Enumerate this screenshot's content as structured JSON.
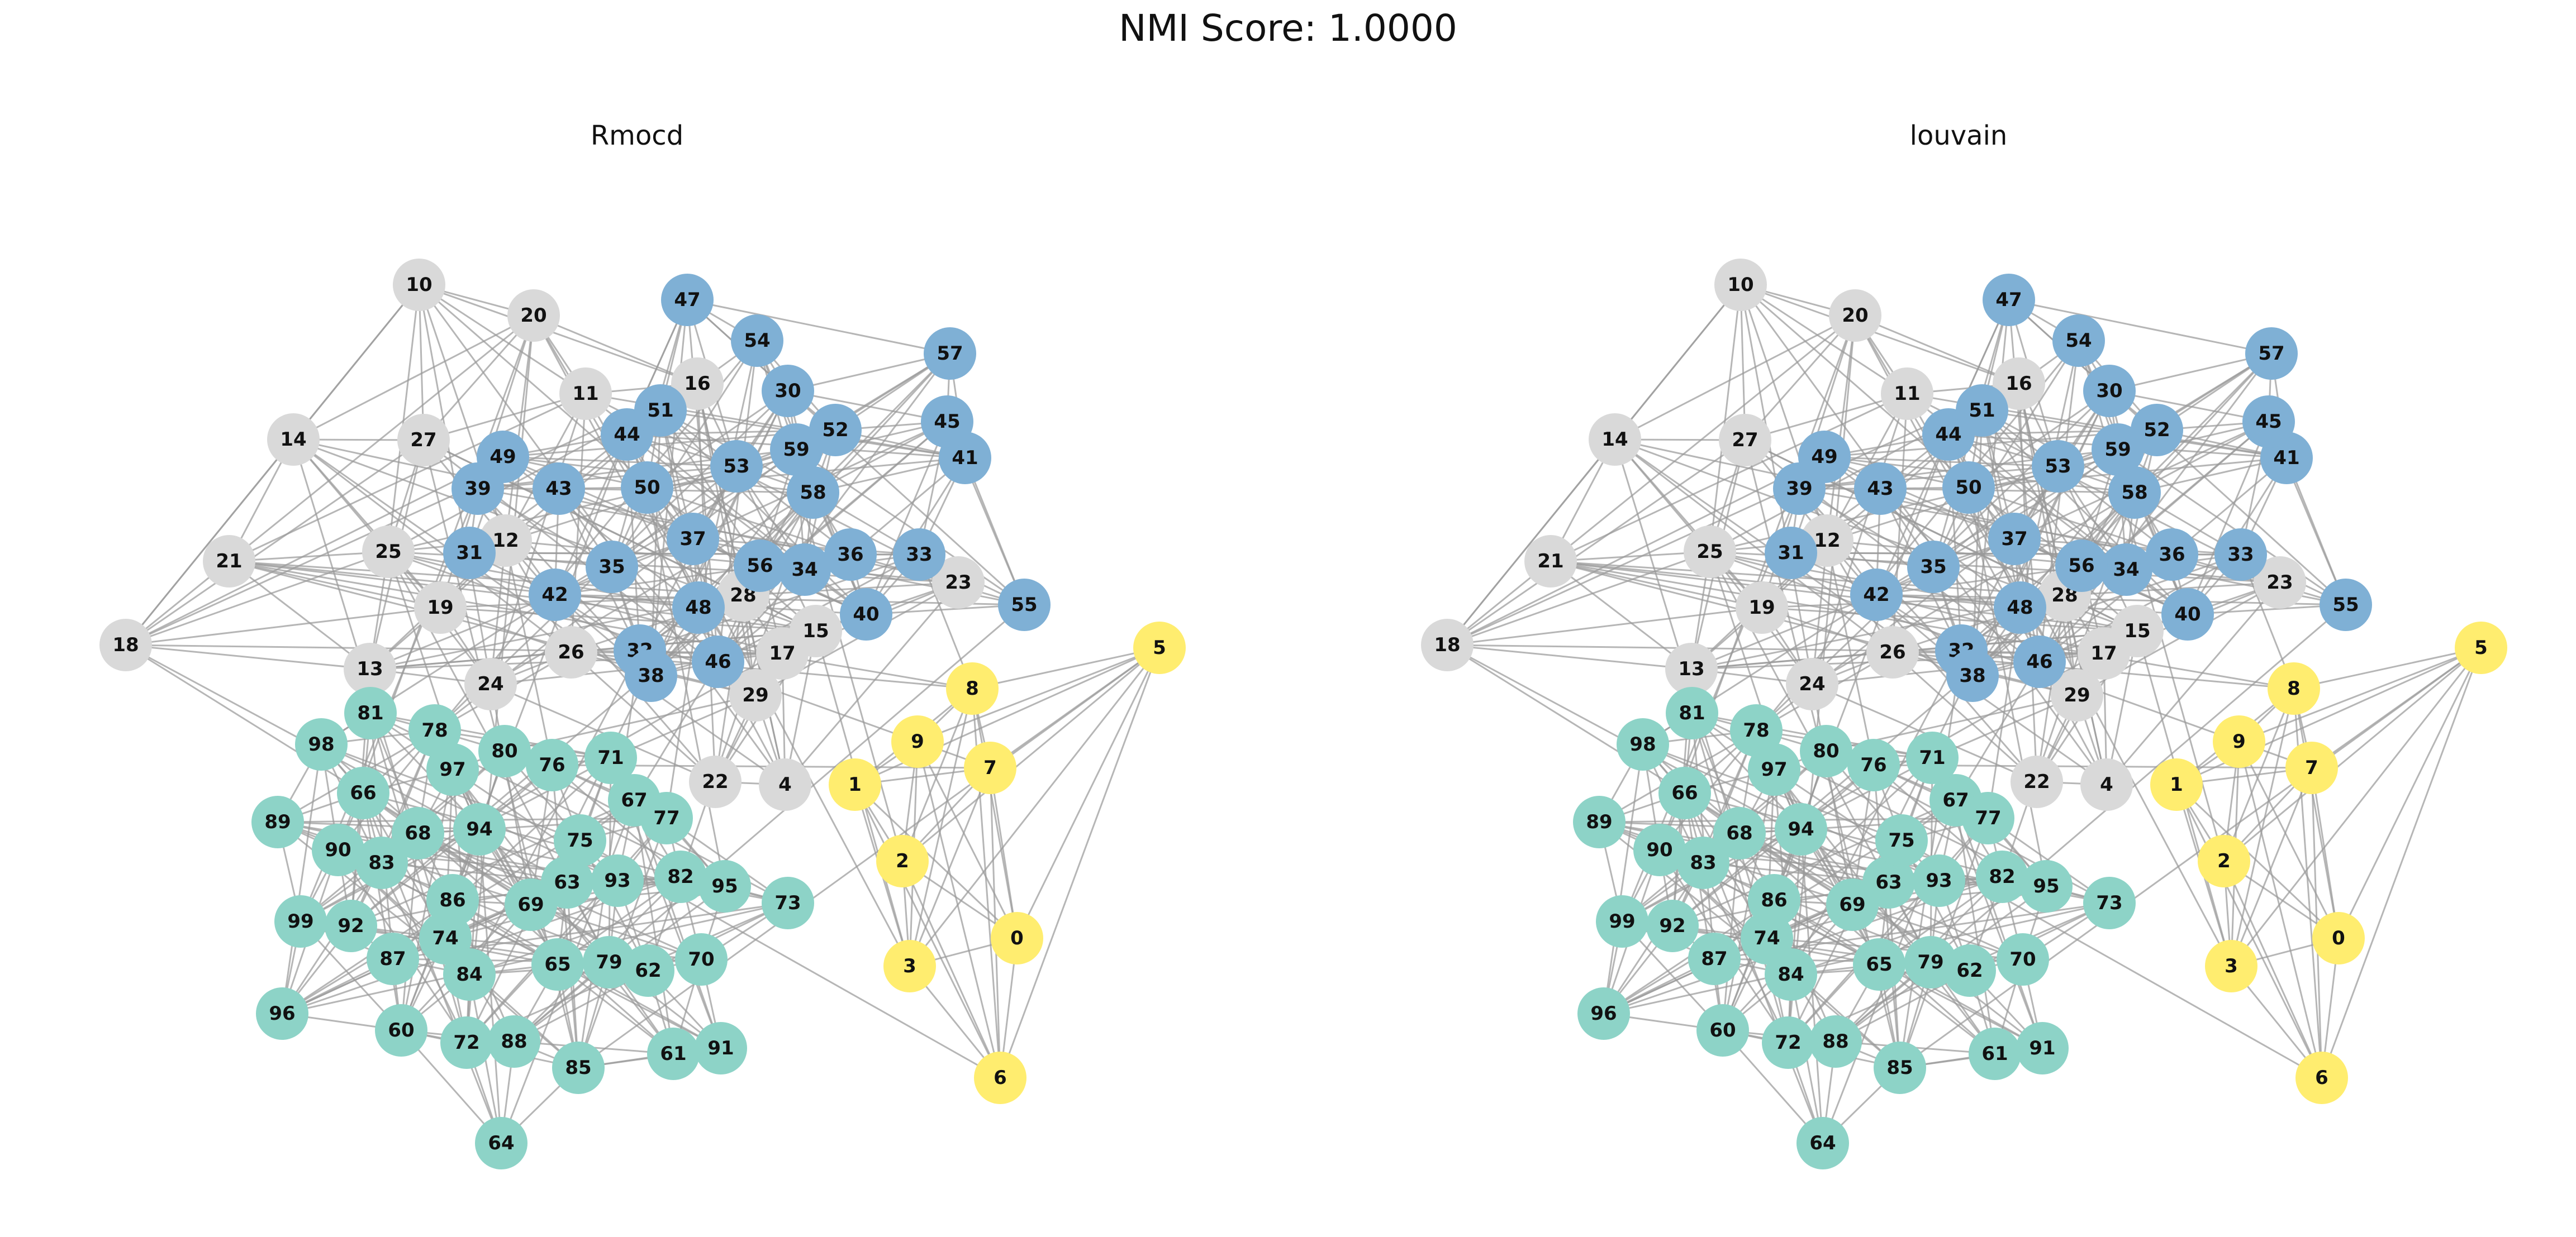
{
  "figure": {
    "title": "NMI Score: 1.0000"
  },
  "panels": [
    {
      "id": "rmocd",
      "title": "Rmocd"
    },
    {
      "id": "louvain",
      "title": "louvain"
    }
  ],
  "colors": {
    "community_0": "#7fb0d5",
    "community_1": "#d9d9d9",
    "community_2": "#8dd3c7",
    "community_3": "#ffed6f",
    "edge": "#9a9a9a"
  },
  "communities": {
    "blue": [
      30,
      31,
      32,
      33,
      34,
      35,
      36,
      37,
      38,
      39,
      40,
      41,
      42,
      43,
      44,
      45,
      46,
      47,
      48,
      49,
      50,
      51,
      52,
      53,
      54,
      55,
      56,
      57,
      58,
      59
    ],
    "gray": [
      4,
      10,
      11,
      12,
      13,
      14,
      15,
      16,
      17,
      18,
      19,
      20,
      21,
      22,
      23,
      24,
      25,
      26,
      27,
      28,
      29
    ],
    "teal": [
      60,
      61,
      62,
      63,
      64,
      65,
      66,
      67,
      68,
      69,
      70,
      71,
      72,
      73,
      74,
      75,
      76,
      77,
      78,
      79,
      80,
      81,
      82,
      83,
      84,
      85,
      86,
      87,
      88,
      89,
      90,
      91,
      92,
      93,
      94,
      95,
      96,
      97,
      98,
      99
    ],
    "yellow": [
      0,
      1,
      2,
      3,
      5,
      6,
      7,
      8,
      9
    ]
  },
  "node_labels": [
    "0",
    "1",
    "2",
    "3",
    "4",
    "5",
    "6",
    "7",
    "8",
    "9",
    "10",
    "11",
    "12",
    "13",
    "14",
    "15",
    "16",
    "17",
    "18",
    "19",
    "20",
    "21",
    "22",
    "23",
    "24",
    "25",
    "26",
    "27",
    "28",
    "29",
    "30",
    "31",
    "32",
    "33",
    "34",
    "35",
    "36",
    "37",
    "38",
    "39",
    "40",
    "41",
    "42",
    "43",
    "44",
    "45",
    "46",
    "47",
    "48",
    "49",
    "50",
    "51",
    "52",
    "53",
    "54",
    "55",
    "56",
    "57",
    "58",
    "59",
    "60",
    "61",
    "62",
    "63",
    "64",
    "65",
    "66",
    "67",
    "68",
    "69",
    "70",
    "71",
    "72",
    "73",
    "74",
    "75",
    "76",
    "77",
    "78",
    "79",
    "80",
    "81",
    "82",
    "83",
    "84",
    "85",
    "86",
    "87",
    "88",
    "89",
    "90",
    "91",
    "92",
    "93",
    "94",
    "95",
    "96",
    "97",
    "98",
    "99"
  ]
}
